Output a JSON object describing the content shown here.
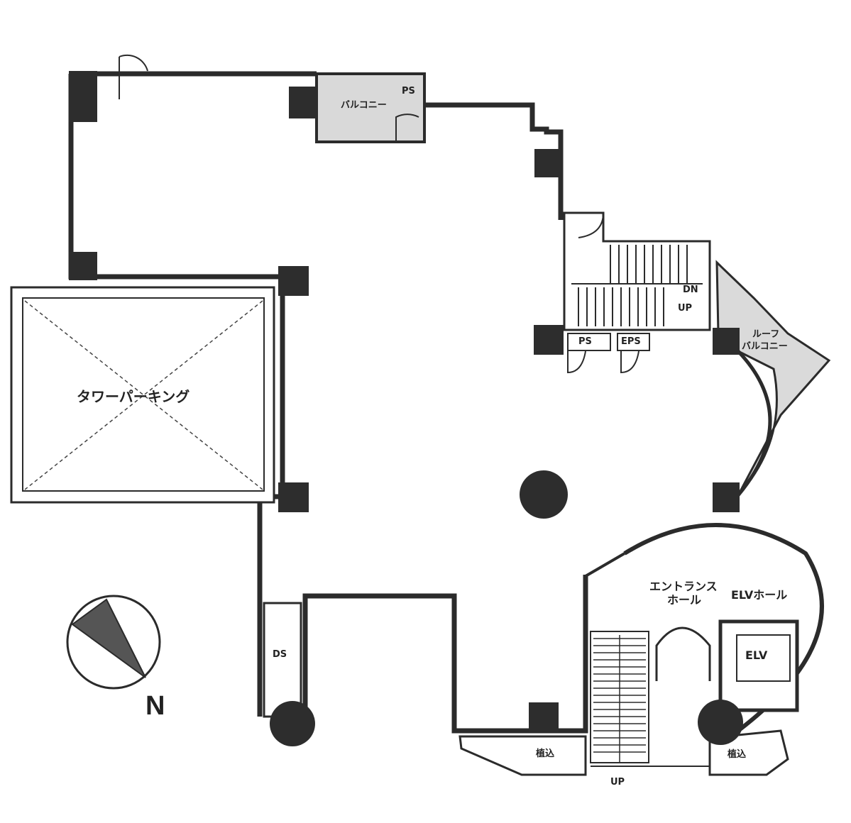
{
  "labels": {
    "balcony": "バルコニー",
    "ps_top": "PS",
    "tower_parking": "タワーパーキング",
    "dn": "DN",
    "up_stair": "UP",
    "ps": "PS",
    "eps": "EPS",
    "roof_balcony_1": "ルーフ",
    "roof_balcony_2": "バルコニー",
    "entrance_1": "エントランス",
    "entrance_2": "ホール",
    "elv_hall": "ELVホール",
    "elv": "ELV",
    "ds": "DS",
    "planter_left": "植込",
    "planter_right": "植込",
    "up_bottom": "UP",
    "north": "N"
  },
  "colors": {
    "wall": "#2b2b2b",
    "column": "#2d2d2d",
    "balcony_fill": "#d9d9d9",
    "background": "#ffffff"
  }
}
